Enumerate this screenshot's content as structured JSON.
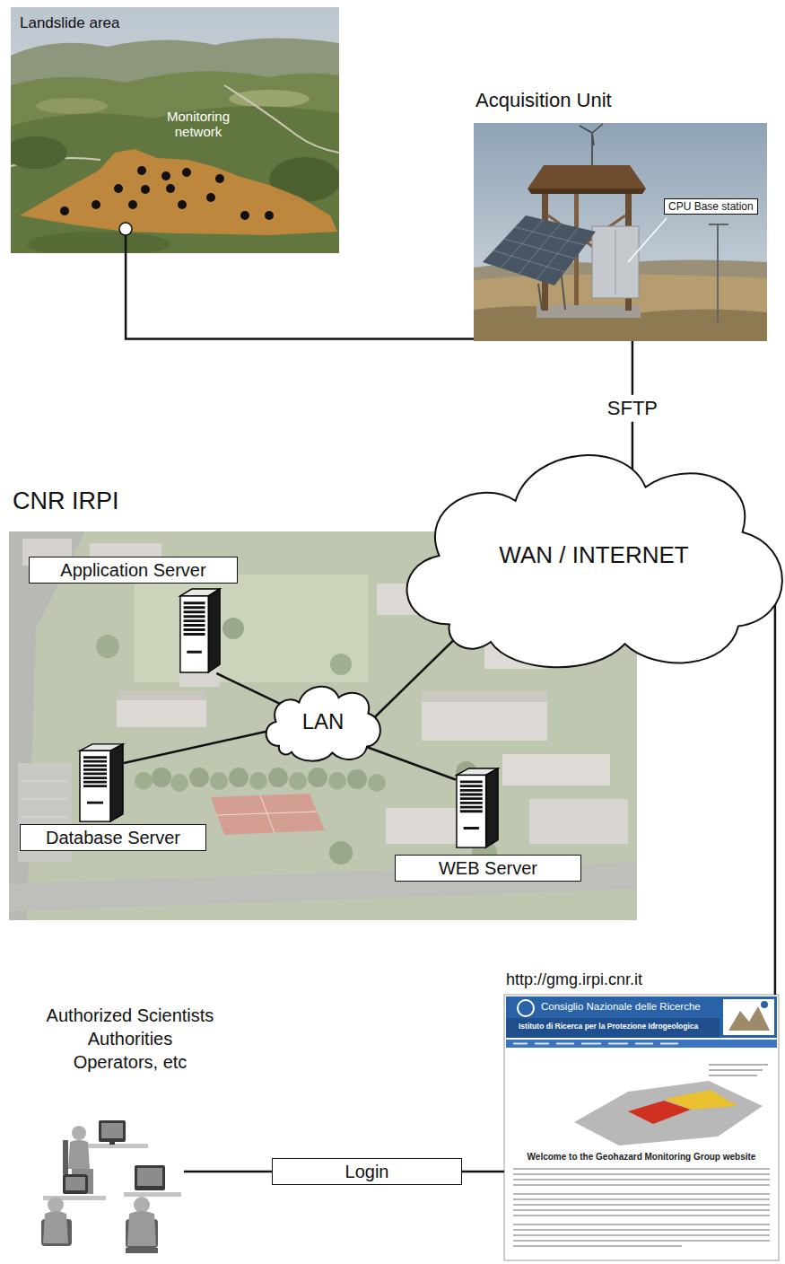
{
  "diagram": {
    "nodes": [
      {
        "text": [
          "Landslide area"
        ]
      },
      {
        "text": [
          "Acquisition Unit"
        ]
      },
      {
        "text": [
          "CPU Base station"
        ],
        "in": 1
      },
      {
        "text": [
          "WAN / INTERNET"
        ]
      },
      {
        "text": [
          "CNR IRPI"
        ]
      },
      {
        "text": [
          "Application Server"
        ],
        "in": 4
      },
      {
        "text": [
          "LAN"
        ],
        "in": 4
      },
      {
        "text": [
          "Database Server"
        ],
        "in": 4
      },
      {
        "text": [
          "WEB Server"
        ],
        "in": 4
      },
      {
        "text": [
          "Authorized Scientists Authorities Operators, etc"
        ]
      },
      {
        "text": [
          "Login"
        ]
      },
      {
        "text": [
          "http://gmg.irpi.cnr.it"
        ]
      }
    ],
    "edges": [
      {
        "from": 0,
        "to": 1,
        "arrow": "none"
      },
      {
        "from": 1,
        "to": 3,
        "label": "SFTP",
        "arrow": "none"
      },
      {
        "from": 3,
        "to": 6,
        "arrow": "none"
      },
      {
        "from": 6,
        "to": 5,
        "arrow": "none"
      },
      {
        "from": 6,
        "to": 7,
        "arrow": "none"
      },
      {
        "from": 6,
        "to": 8,
        "arrow": "none"
      },
      {
        "from": 3,
        "to": 11,
        "arrow": "none"
      },
      {
        "from": 9,
        "to": 10,
        "arrow": "none"
      },
      {
        "from": 10,
        "to": 11,
        "arrow": "none"
      }
    ],
    "labels": [
      "Monitoring network",
      "Consiglio Nazionale delle Ricerche",
      "Istituto di Ricerca per la Protezione Idrogeologica",
      "Welcome to the Geohazard Monitoring Group website"
    ]
  }
}
